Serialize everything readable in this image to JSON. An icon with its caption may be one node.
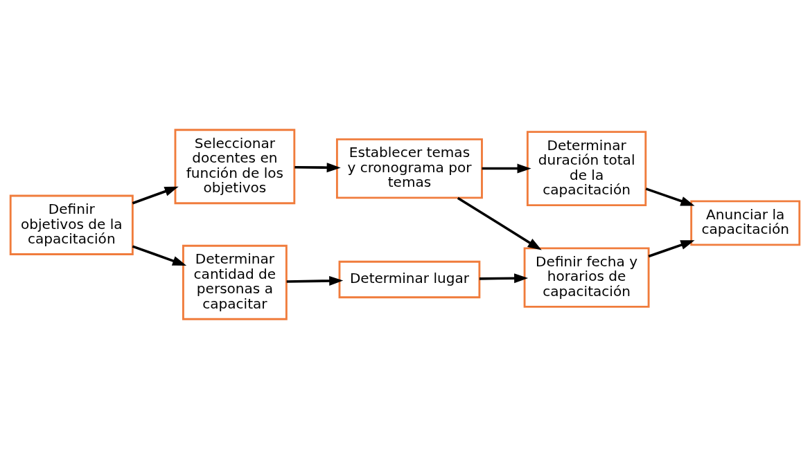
{
  "diagram": {
    "nodes": [
      {
        "text": [
          "Definir objetivos de la capacitación"
        ]
      },
      {
        "text": [
          "Seleccionar docentes en función de los objetivos"
        ]
      },
      {
        "text": [
          "Establecer temas y cronograma por temas"
        ]
      },
      {
        "text": [
          "Determinar duración total de la capacitación"
        ]
      },
      {
        "text": [
          "Definir fecha y horarios de capacitación"
        ]
      },
      {
        "text": [
          "Determinar cantidad de personas a capacitar"
        ]
      },
      {
        "text": [
          "Determinar lugar"
        ]
      },
      {
        "text": [
          "Anunciar la capacitación"
        ]
      }
    ],
    "edges": [
      {
        "from": 0,
        "to": 1,
        "arrow": "to"
      },
      {
        "from": 0,
        "to": 5,
        "arrow": "to"
      },
      {
        "from": 1,
        "to": 2,
        "arrow": "to"
      },
      {
        "from": 2,
        "to": 3,
        "arrow": "to"
      },
      {
        "from": 2,
        "to": 4,
        "arrow": "to"
      },
      {
        "from": 5,
        "to": 6,
        "arrow": "to"
      },
      {
        "from": 6,
        "to": 4,
        "arrow": "to"
      },
      {
        "from": 3,
        "to": 7,
        "arrow": "to"
      },
      {
        "from": 4,
        "to": 7,
        "arrow": "to"
      }
    ]
  }
}
